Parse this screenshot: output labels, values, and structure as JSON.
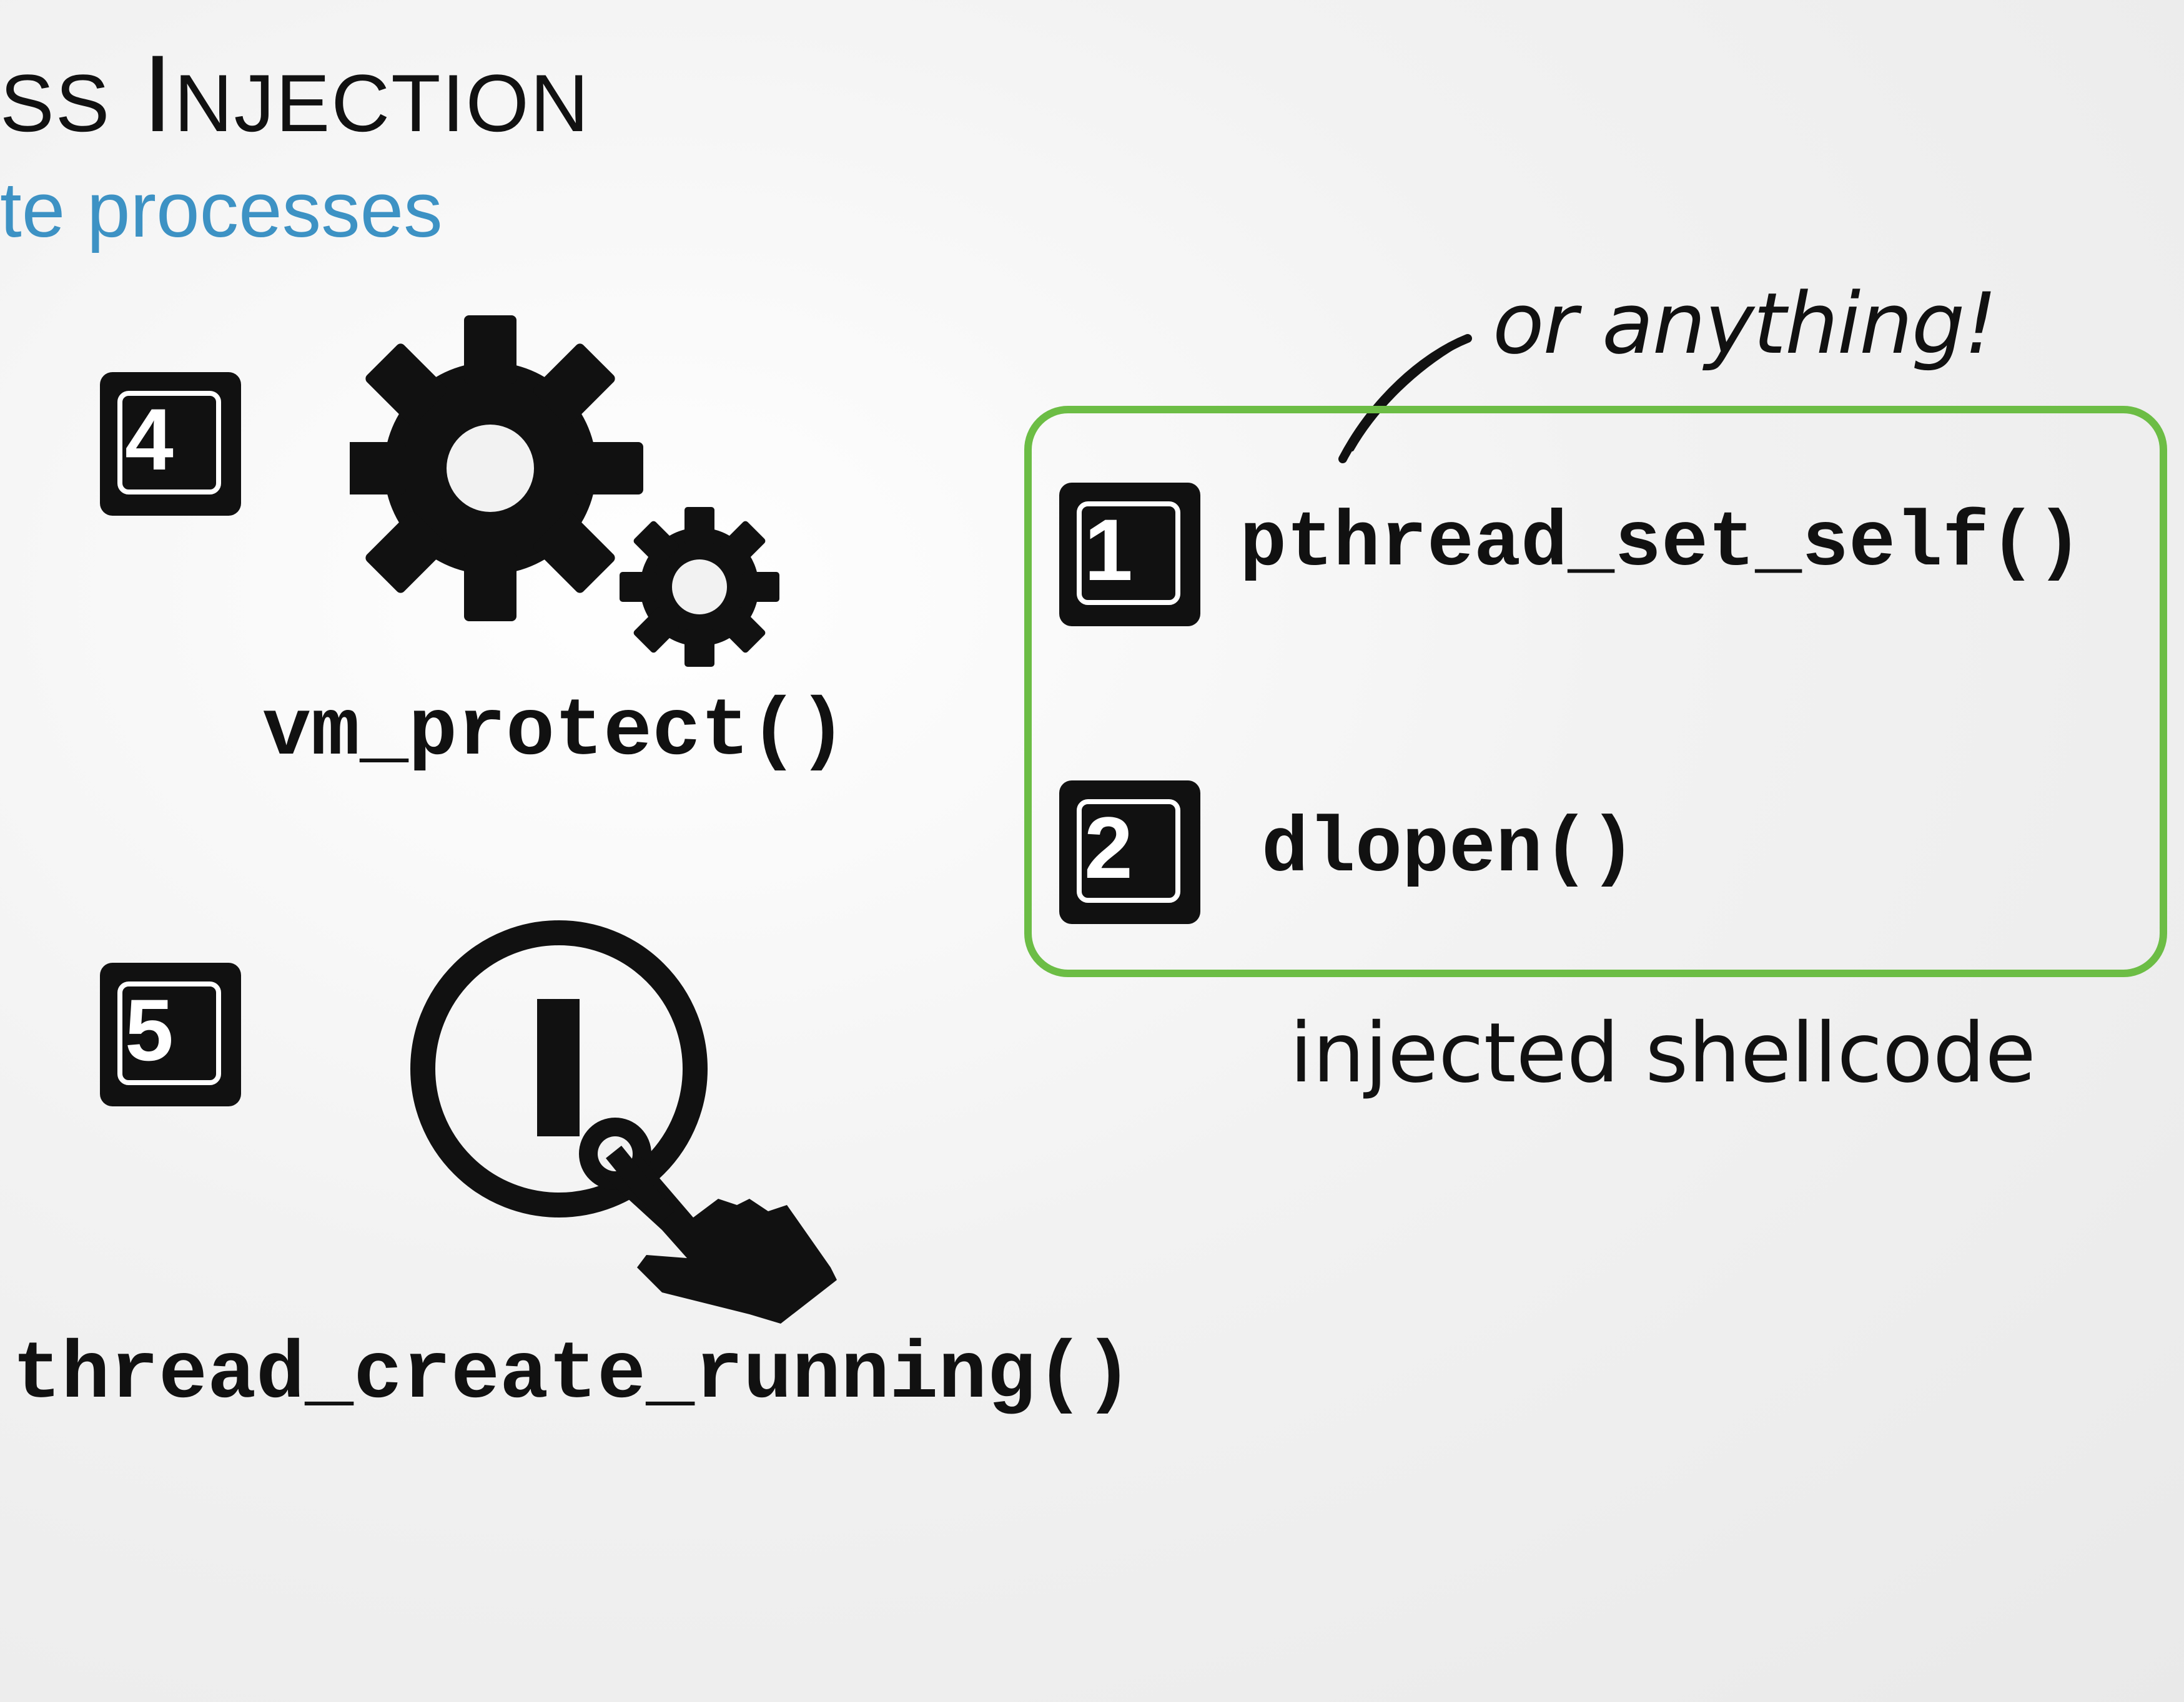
{
  "slide": {
    "title_first_letter": "S",
    "title_rest_1": "S",
    "title_word_initial": "I",
    "title_word_rest": "NJECTION",
    "subtitle": "te processes"
  },
  "steps": [
    {
      "number": "4",
      "label": "vm_protect()",
      "icon": "gears-icon"
    },
    {
      "number": "5",
      "label": "thread_create_running()",
      "icon": "power-button-press-icon"
    }
  ],
  "shellcode_box": {
    "annotation": "or anything!",
    "caption": "injected shellcode",
    "border_color": "#6cbd45",
    "items": [
      {
        "number": "1",
        "label": "pthread_set_self()"
      },
      {
        "number": "2",
        "label": "dlopen()"
      }
    ]
  },
  "colors": {
    "accent_blue": "#3d92c4",
    "green": "#6cbd45",
    "ink": "#111111"
  }
}
